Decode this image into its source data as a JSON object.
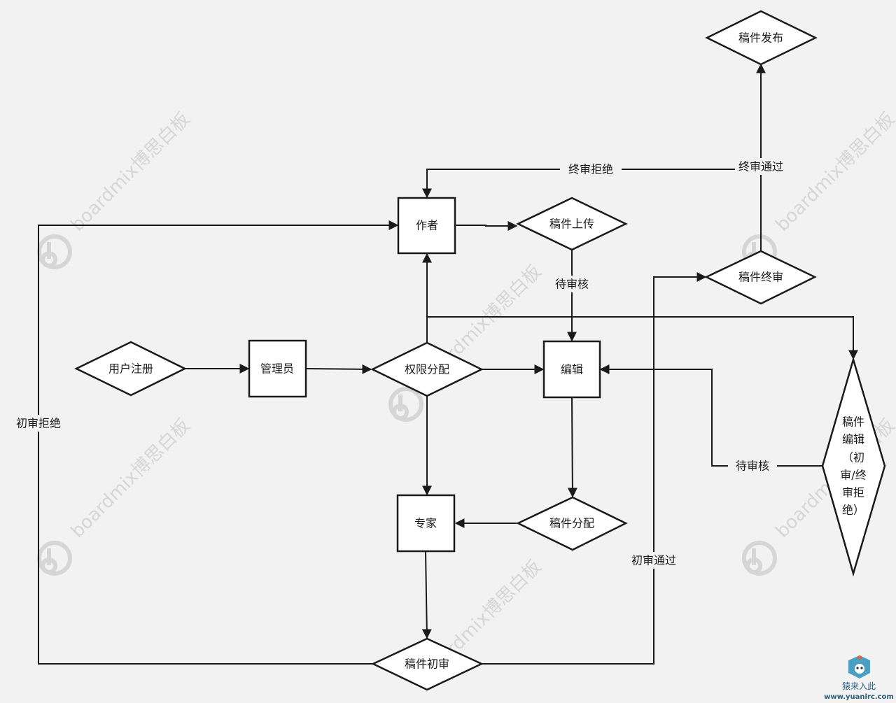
{
  "watermark": "boardmix博思白板",
  "nodes": {
    "author": "作者",
    "upload": "稿件上传",
    "publish": "稿件发布",
    "final_review": "稿件终审",
    "register": "用户注册",
    "admin": "管理员",
    "permission": "权限分配",
    "editor": "编辑",
    "edit_lines": [
      "稿件",
      "编辑",
      "（初",
      "审/终",
      "审拒",
      "绝）"
    ],
    "expert": "专家",
    "assign": "稿件分配",
    "initial_review": "稿件初审"
  },
  "edges": {
    "final_reject": "终审拒绝",
    "final_pass": "终审通过",
    "pending_1": "待审核",
    "initial_reject": "初审拒绝",
    "pending_2": "待审核",
    "initial_pass": "初审通过"
  },
  "corner_logo": {
    "name": "猿来入此",
    "url": "www.yuanlrc.com"
  }
}
